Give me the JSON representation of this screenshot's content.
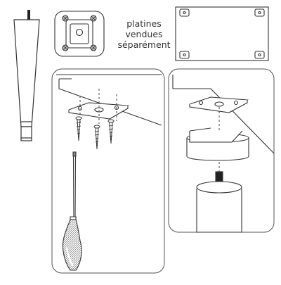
{
  "note": {
    "lines": [
      "platines",
      "vendues",
      "séparément"
    ]
  },
  "colors": {
    "ink": "#333333",
    "light": "#9a9a9a",
    "fill": "#ffffff"
  }
}
